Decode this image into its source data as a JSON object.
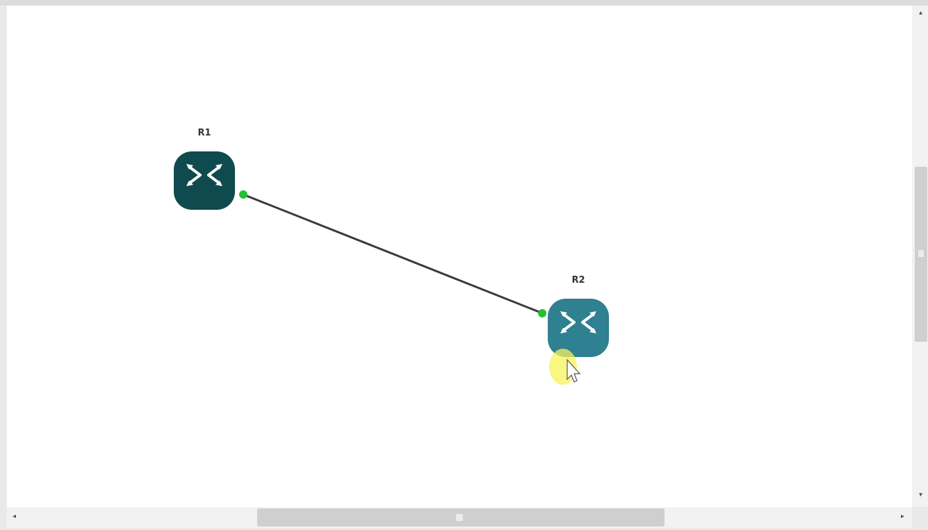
{
  "topology": {
    "nodes": [
      {
        "id": "r1",
        "label": "R1",
        "color": "#0f4a4e"
      },
      {
        "id": "r2",
        "label": "R2",
        "color": "#2f8090"
      }
    ],
    "link": {
      "from": "R1",
      "to": "R2",
      "status_color": "#22c033"
    }
  },
  "cursor": {
    "highlight_color": "#f7f35a"
  },
  "scrollbars": {
    "up_arrow": "▴",
    "down_arrow": "▾",
    "left_arrow": "◂",
    "right_arrow": "▸"
  }
}
